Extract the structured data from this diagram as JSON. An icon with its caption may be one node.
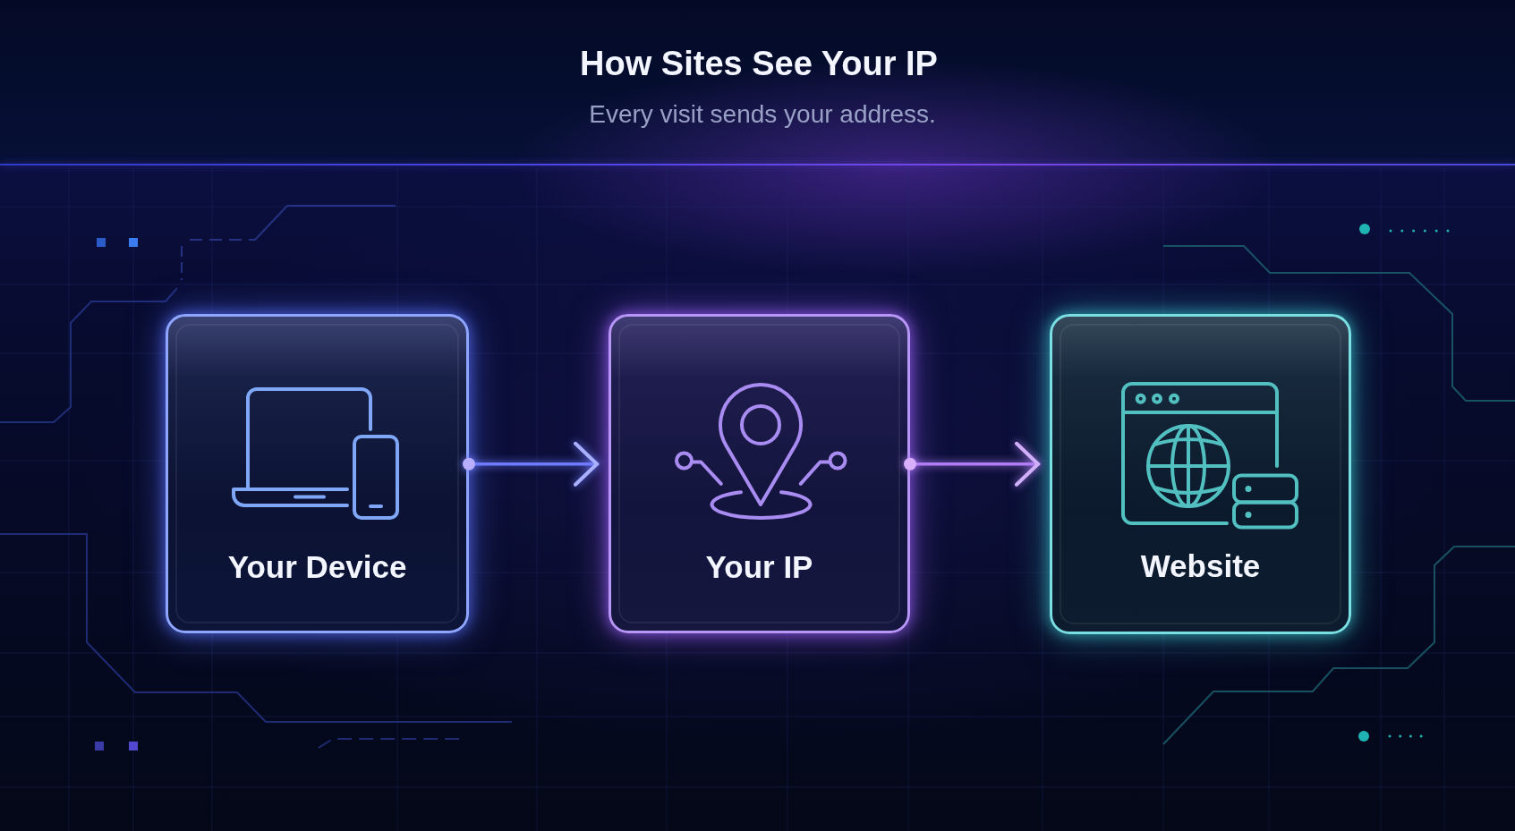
{
  "diagram": {
    "title": "How Sites See Your IP",
    "nodes": [
      {
        "text": [
          "Your Device"
        ]
      },
      {
        "text": [
          "Your IP"
        ]
      },
      {
        "text": [
          "Website"
        ]
      }
    ],
    "edges": [
      {
        "from": 0,
        "to": 1,
        "arrow": "to",
        "color": "#6f7bff"
      },
      {
        "from": 1,
        "to": 2,
        "arrow": "to",
        "color": "#b27cf6"
      }
    ],
    "labels": [
      "Every visit sends your address."
    ]
  }
}
